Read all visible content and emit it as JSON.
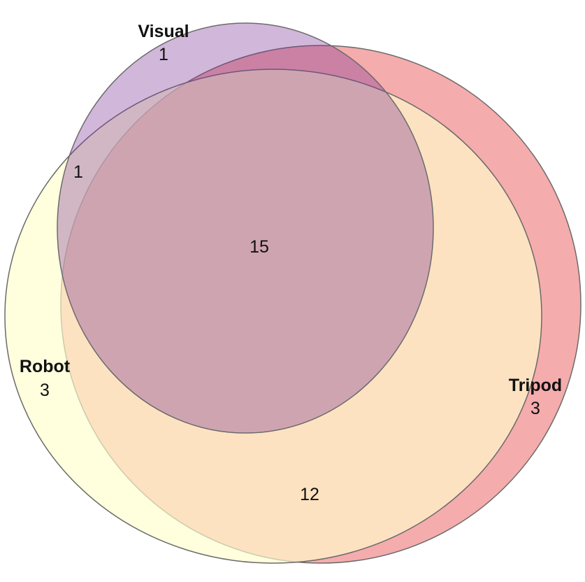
{
  "sets": {
    "visual": {
      "label": "Visual",
      "only": "1",
      "color": "#9b59a6"
    },
    "robot": {
      "label": "Robot",
      "only": "3",
      "color": "#ffffcc"
    },
    "tripod": {
      "label": "Tripod",
      "only": "3",
      "color": "#f08080"
    }
  },
  "intersections": {
    "visual_robot": "1",
    "all_three": "15",
    "robot_tripod": "12"
  }
}
